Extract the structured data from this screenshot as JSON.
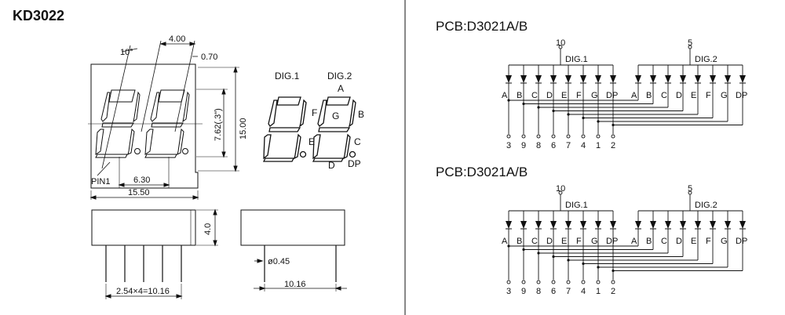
{
  "title": "KD3022",
  "mechanical": {
    "angle": "10°",
    "seg_width": "4.00",
    "stroke_w": "0.70",
    "height": "15.00",
    "digit_height": "7.62(.3\")",
    "digit_pitch": "6.30",
    "width": "15.50",
    "pin1": "PIN1",
    "thickness": "4.0",
    "pin_pitch": "2.54×4=10.16",
    "pin_dia": "ø0.45",
    "row_span": "10.16"
  },
  "digits": {
    "dig1": "DIG.1",
    "dig2": "DIG.2",
    "seg": {
      "A": "A",
      "B": "B",
      "C": "C",
      "D": "D",
      "E": "E",
      "F": "F",
      "G": "G",
      "DP": "DP"
    }
  },
  "schematics": [
    {
      "title": "PCB:D3021A/B",
      "common1": "10",
      "common2": "5",
      "dig1": "DIG.1",
      "dig2": "DIG.2",
      "seg_labels": [
        "A",
        "B",
        "C",
        "D",
        "E",
        "F",
        "G",
        "DP"
      ],
      "pin_numbers": [
        "3",
        "9",
        "8",
        "6",
        "7",
        "4",
        "1",
        "2"
      ]
    },
    {
      "title": "PCB:D3021A/B",
      "common1": "10",
      "common2": "5",
      "dig1": "DIG.1",
      "dig2": "DIG.2",
      "seg_labels": [
        "A",
        "B",
        "C",
        "D",
        "E",
        "F",
        "G",
        "DP"
      ],
      "pin_numbers": [
        "3",
        "9",
        "8",
        "6",
        "7",
        "4",
        "1",
        "2"
      ]
    }
  ]
}
